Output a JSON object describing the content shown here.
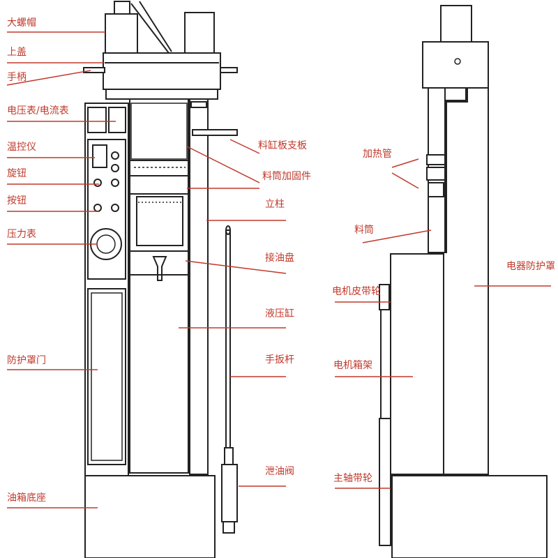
{
  "labels_left": [
    "大螺帽",
    "上盖",
    "手柄",
    "电压表/电流表",
    "温控仪",
    "旋钮",
    "按钮",
    "压力表",
    "防护罩门",
    "油箱底座"
  ],
  "labels_mid": [
    "料缸板支板",
    "料筒加固件",
    "立柱",
    "接油盘",
    "液压缸",
    "手扳杆",
    "泄油阀"
  ],
  "labels_right": [
    "加热管",
    "料筒",
    "电器防护罩",
    "电机皮带轮",
    "电机箱架",
    "主轴带轮"
  ],
  "colors": {
    "label": "#c0392b",
    "line": "#222222",
    "background": "#ffffff"
  }
}
